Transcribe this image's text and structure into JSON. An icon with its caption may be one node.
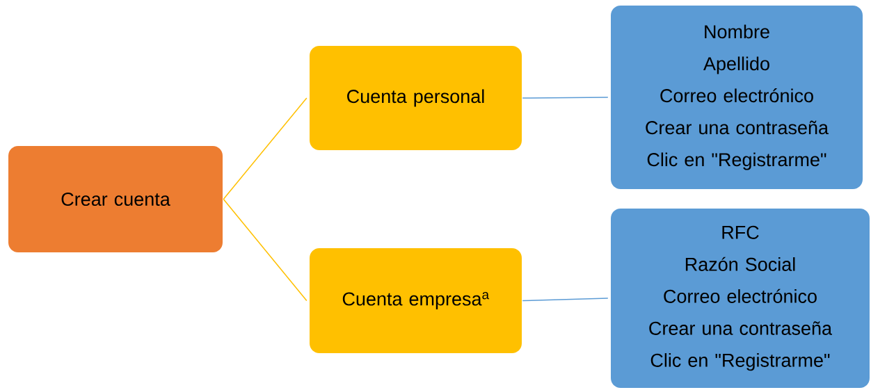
{
  "diagram": {
    "nodes": [
      {
        "text": [
          "Crear cuenta"
        ]
      },
      {
        "text": [
          "Cuenta personal"
        ]
      },
      {
        "text": [
          "Cuenta empresa$^{a}$"
        ]
      },
      {
        "text": [
          "Nombre",
          "Apellido",
          "Correo electrónico",
          "Crear una contraseña",
          "Clic en \"Registrarme\""
        ]
      },
      {
        "text": [
          "RFC",
          "Razón Social",
          "Correo electrónico",
          "Crear una contraseña",
          "Clic en \"Registrarme\""
        ]
      }
    ],
    "edges": [
      {
        "from": 0,
        "to": 1,
        "arrow": "none",
        "color": "#ffc000"
      },
      {
        "from": 0,
        "to": 2,
        "arrow": "none",
        "color": "#ffc000"
      },
      {
        "from": 1,
        "to": 3,
        "arrow": "none",
        "color": "#5b9bd5"
      },
      {
        "from": 2,
        "to": 4,
        "arrow": "none",
        "color": "#5b9bd5"
      }
    ]
  }
}
